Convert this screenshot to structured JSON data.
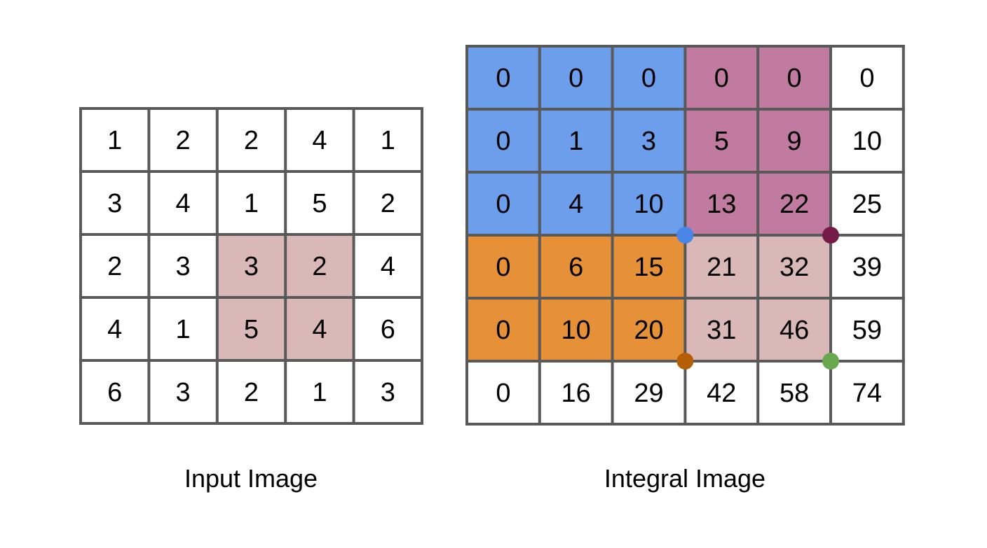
{
  "colors": {
    "grid_line": "#595959",
    "background": "#ffffff",
    "highlight": "#dbb8b8",
    "blue_region": "#6d9eeb",
    "purple_region": "#c27ba0",
    "orange_region": "#e69138",
    "blue_dot": "#4a86e8",
    "maroon_dot": "#741b47",
    "brown_dot": "#b45f06",
    "green_dot": "#6aa84f"
  },
  "input_image": {
    "caption": "Input Image",
    "rows": [
      [
        "1",
        "2",
        "2",
        "4",
        "1"
      ],
      [
        "3",
        "4",
        "1",
        "5",
        "2"
      ],
      [
        "2",
        "3",
        "3",
        "2",
        "4"
      ],
      [
        "4",
        "1",
        "5",
        "4",
        "6"
      ],
      [
        "6",
        "3",
        "2",
        "1",
        "3"
      ]
    ],
    "cell_fill": [
      [
        "white",
        "white",
        "white",
        "white",
        "white"
      ],
      [
        "white",
        "white",
        "white",
        "white",
        "white"
      ],
      [
        "white",
        "white",
        "highlight",
        "highlight",
        "white"
      ],
      [
        "white",
        "white",
        "highlight",
        "highlight",
        "white"
      ],
      [
        "white",
        "white",
        "white",
        "white",
        "white"
      ]
    ]
  },
  "integral_image": {
    "caption": "Integral Image",
    "rows": [
      [
        "0",
        "0",
        "0",
        "0",
        "0",
        "0"
      ],
      [
        "0",
        "1",
        "3",
        "5",
        "9",
        "10"
      ],
      [
        "0",
        "4",
        "10",
        "13",
        "22",
        "25"
      ],
      [
        "0",
        "6",
        "15",
        "21",
        "32",
        "39"
      ],
      [
        "0",
        "10",
        "20",
        "31",
        "46",
        "59"
      ],
      [
        "0",
        "16",
        "29",
        "42",
        "58",
        "74"
      ]
    ],
    "cell_fill": [
      [
        "blue",
        "blue",
        "blue",
        "purple",
        "purple",
        "white"
      ],
      [
        "blue",
        "blue",
        "blue",
        "purple",
        "purple",
        "white"
      ],
      [
        "blue",
        "blue",
        "blue",
        "purple",
        "purple",
        "white"
      ],
      [
        "orange",
        "orange",
        "orange",
        "highlight",
        "highlight",
        "white"
      ],
      [
        "orange",
        "orange",
        "orange",
        "highlight",
        "highlight",
        "white"
      ],
      [
        "white",
        "white",
        "white",
        "white",
        "white",
        "white"
      ]
    ],
    "corner_markers": [
      {
        "name": "blue-corner-dot",
        "row_line": 3,
        "col_line": 3,
        "color": "blue_dot"
      },
      {
        "name": "maroon-corner-dot",
        "row_line": 3,
        "col_line": 5,
        "color": "maroon_dot"
      },
      {
        "name": "brown-corner-dot",
        "row_line": 5,
        "col_line": 3,
        "color": "brown_dot"
      },
      {
        "name": "green-corner-dot",
        "row_line": 5,
        "col_line": 5,
        "color": "green_dot"
      }
    ]
  }
}
